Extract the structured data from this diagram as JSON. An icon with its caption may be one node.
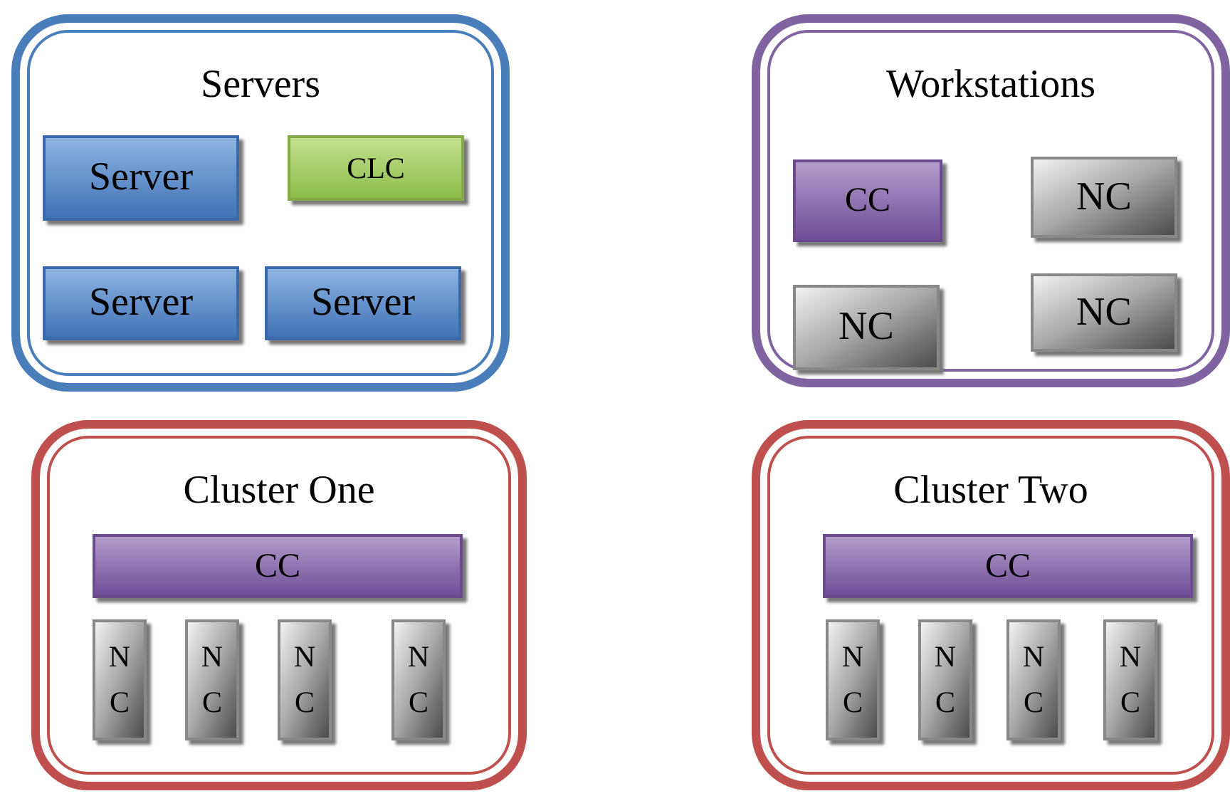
{
  "diagram": {
    "nodes": [
      {
        "text": [
          "Servers"
        ]
      },
      {
        "text": [
          "Server"
        ],
        "in": 0
      },
      {
        "text": [
          "CLC"
        ],
        "in": 0
      },
      {
        "text": [
          "Server"
        ],
        "in": 0
      },
      {
        "text": [
          "Server"
        ],
        "in": 0
      },
      {
        "text": [
          "Workstations"
        ]
      },
      {
        "text": [
          "CC"
        ],
        "in": 5
      },
      {
        "text": [
          "NC"
        ],
        "in": 5
      },
      {
        "text": [
          "NC"
        ],
        "in": 5
      },
      {
        "text": [
          "NC"
        ],
        "in": 5
      },
      {
        "text": [
          "Cluster One"
        ]
      },
      {
        "text": [
          "CC"
        ],
        "in": 10
      },
      {
        "text": [
          "NC"
        ],
        "in": 10
      },
      {
        "text": [
          "NC"
        ],
        "in": 10
      },
      {
        "text": [
          "NC"
        ],
        "in": 10
      },
      {
        "text": [
          "NC"
        ],
        "in": 10
      },
      {
        "text": [
          "Cluster Two"
        ]
      },
      {
        "text": [
          "CC"
        ],
        "in": 16
      },
      {
        "text": [
          "NC"
        ],
        "in": 16
      },
      {
        "text": [
          "NC"
        ],
        "in": 16
      },
      {
        "text": [
          "NC"
        ],
        "in": 16
      },
      {
        "text": [
          "NC"
        ],
        "in": 16
      }
    ]
  }
}
